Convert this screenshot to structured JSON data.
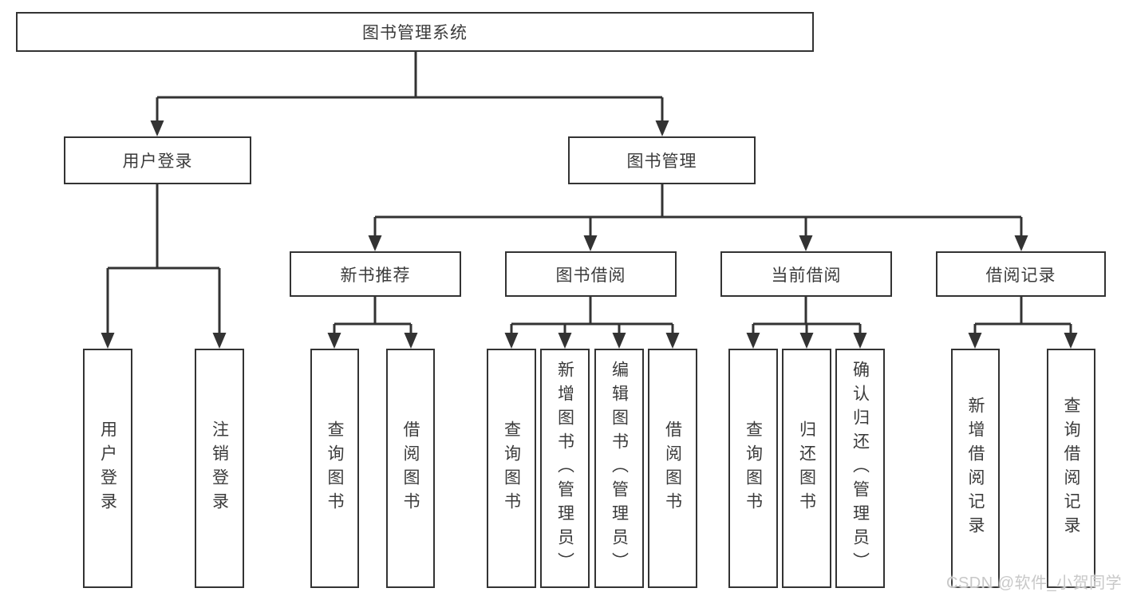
{
  "diagram": {
    "root": {
      "label": "图书管理系统"
    },
    "branches": [
      {
        "label": "用户登录",
        "children": [
          {
            "label": "用户登录"
          },
          {
            "label": "注销登录"
          }
        ]
      },
      {
        "label": "图书管理",
        "children": [
          {
            "label": "新书推荐",
            "children": [
              {
                "label": "查询图书"
              },
              {
                "label": "借阅图书"
              }
            ]
          },
          {
            "label": "图书借阅",
            "children": [
              {
                "label": "查询图书"
              },
              {
                "label": "新增图书（管理员）"
              },
              {
                "label": "编辑图书（管理员）"
              },
              {
                "label": "借阅图书"
              }
            ]
          },
          {
            "label": "当前借阅",
            "children": [
              {
                "label": "查询图书"
              },
              {
                "label": "归还图书"
              },
              {
                "label": "确认归还（管理员）"
              }
            ]
          },
          {
            "label": "借阅记录",
            "children": [
              {
                "label": "新增借阅记录"
              },
              {
                "label": "查询借阅记录"
              }
            ]
          }
        ]
      }
    ]
  },
  "watermark": {
    "text": "CSDN @软件_小贺同学"
  },
  "colors": {
    "line": "#333333",
    "text": "#3b3b3b",
    "watermark": "#c8c8c8",
    "background": "#ffffff"
  }
}
